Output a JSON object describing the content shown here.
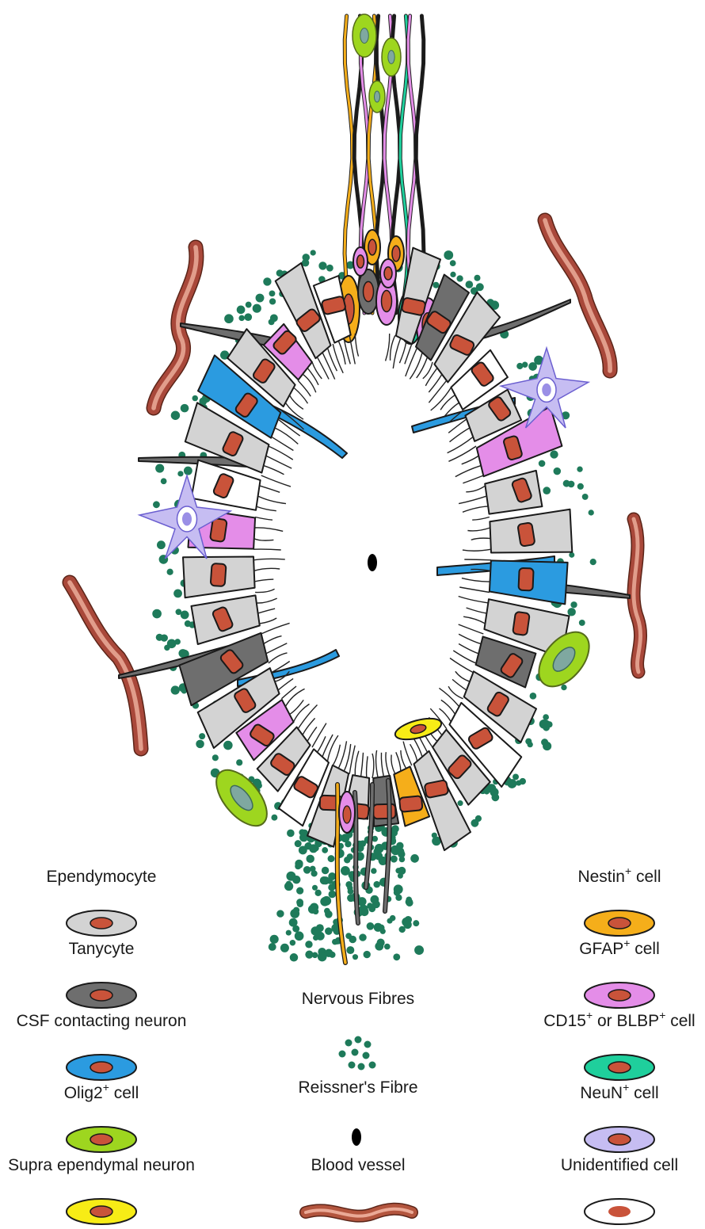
{
  "legend": {
    "left": [
      {
        "label": "Ependymocyte",
        "sup": "",
        "suffix": "",
        "fill": "#d3d3d3",
        "icon": "ependymocyte-icon"
      },
      {
        "label": "Tanycyte",
        "sup": "",
        "suffix": "",
        "fill": "#6e6e6e",
        "icon": "tanycyte-icon"
      },
      {
        "label": "CSF contacting neuron",
        "sup": "",
        "suffix": "",
        "fill": "#2b9be0",
        "icon": "csf-neuron-icon"
      },
      {
        "label": "Olig2",
        "sup": "+",
        "suffix": " cell",
        "fill": "#9ed61f",
        "icon": "olig2-cell-icon"
      },
      {
        "label": "Supra ependymal neuron",
        "sup": "",
        "suffix": "",
        "fill": "#f7ec16",
        "icon": "supra-neuron-icon"
      }
    ],
    "center": [
      {
        "label": "Nervous Fibres",
        "icon": "nervous-fibres-icon",
        "color": "#1e7a5a"
      },
      {
        "label": "Reissner's Fibre",
        "icon": "reissner-fibre-icon",
        "color": "#000000"
      },
      {
        "label": "Blood vessel",
        "icon": "blood-vessel-icon",
        "color": "#b3553e"
      }
    ],
    "right": [
      {
        "label": "Nestin",
        "sup": "+",
        "suffix": " cell",
        "fill": "#f5ae1a",
        "icon": "nestin-cell-icon"
      },
      {
        "label": "GFAP",
        "sup": "+",
        "suffix": " cell",
        "fill": "#e48de8",
        "icon": "gfap-cell-icon"
      },
      {
        "label": "CD15",
        "sup": "+",
        "suffix": " or BLBP",
        "sup2": "+",
        "suffix2": " cell",
        "fill": "#1fcf9c",
        "icon": "cd15-blbp-cell-icon"
      },
      {
        "label": "NeuN",
        "sup": "+",
        "suffix": " cell",
        "fill": "#c6bdf2",
        "icon": "neun-cell-icon"
      },
      {
        "label": "Unidentified cell",
        "sup": "",
        "suffix": "",
        "fill": "#ffffff",
        "icon": "unidentified-cell-icon"
      }
    ]
  },
  "colors": {
    "ependymocyte": "#d3d3d3",
    "tanycyte": "#6e6e6e",
    "csf_neuron": "#2b9be0",
    "olig2": "#9ed61f",
    "supra_neuron": "#f7ec16",
    "nestin": "#f5ae1a",
    "gfap": "#e48de8",
    "cd15": "#1fcf9c",
    "neun": "#c6bdf2",
    "nucleus": "#c9533a",
    "fibre_dot": "#1e7a5a",
    "vessel": "#b3553e"
  }
}
